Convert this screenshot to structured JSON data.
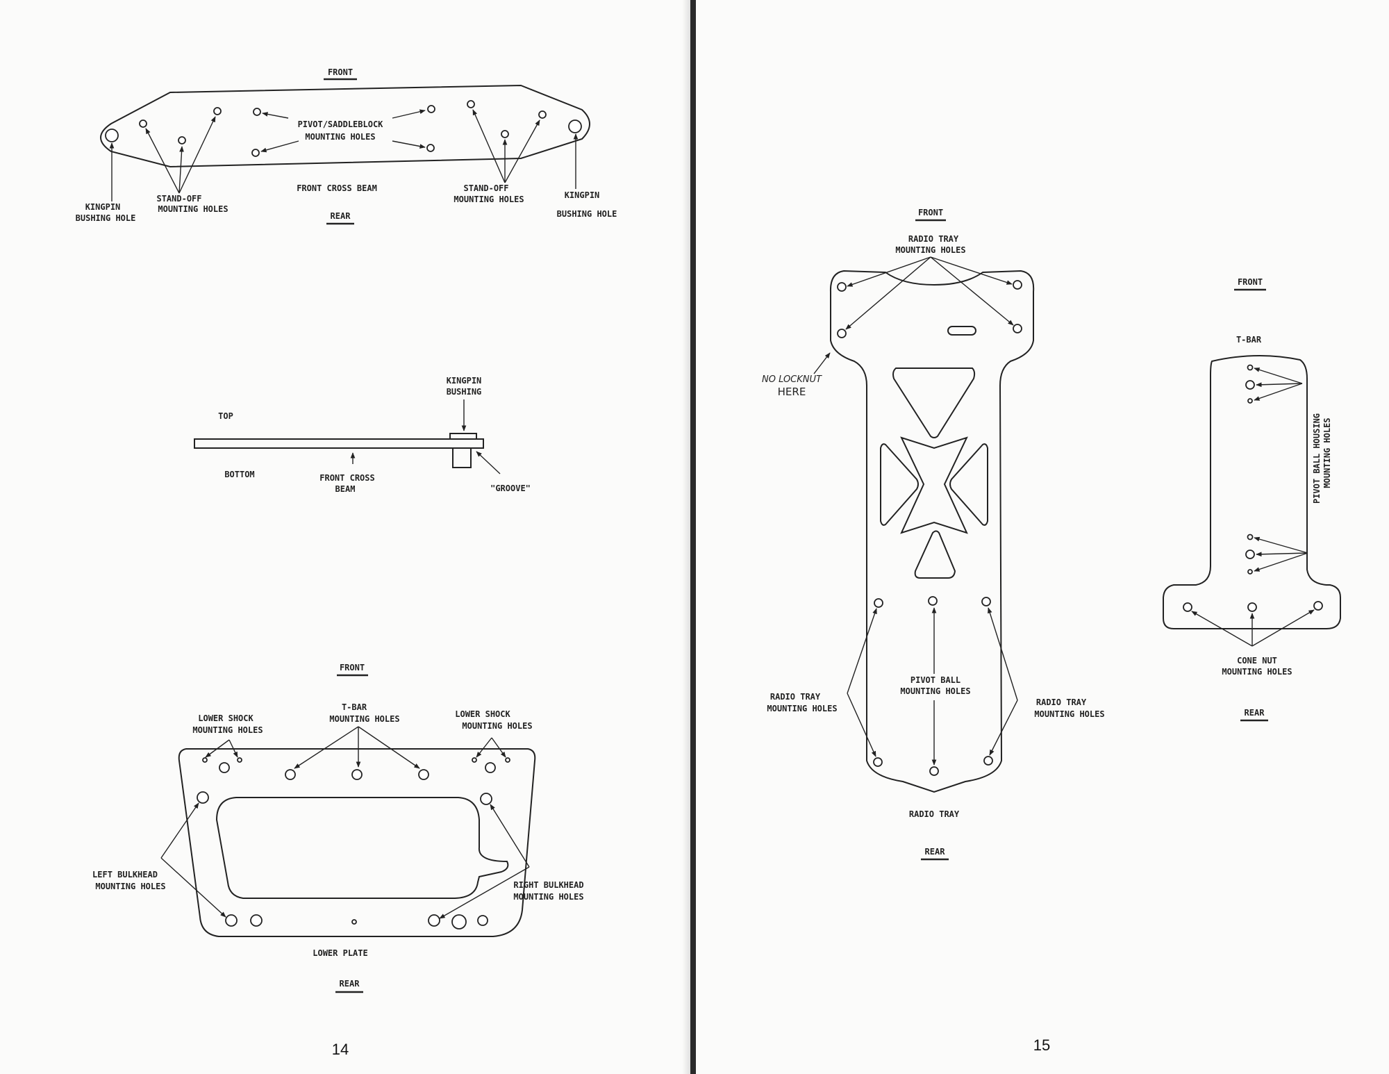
{
  "left_page": {
    "page_number": "14",
    "front_cross_beam": {
      "front": "FRONT",
      "rear": "REAR",
      "pivot_1": "PIVOT/SADDLEBLOCK",
      "pivot_2": "MOUNTING HOLES",
      "name": "FRONT CROSS BEAM",
      "standoff_left_1": "STAND-OFF",
      "standoff_left_2": "MOUNTING HOLES",
      "standoff_right_1": "STAND-OFF",
      "standoff_right_2": "MOUNTING HOLES",
      "kingpin_left_1": "KINGPIN",
      "kingpin_left_2": "BUSHING HOLE",
      "kingpin_right_1": "KINGPIN",
      "kingpin_right_2": "BUSHING HOLE"
    },
    "side_view": {
      "top": "TOP",
      "bottom": "BOTTOM",
      "kingpin_1": "KINGPIN",
      "kingpin_2": "BUSHING",
      "beam_1": "FRONT CROSS",
      "beam_2": "BEAM",
      "groove": "\"GROOVE\""
    },
    "lower_plate": {
      "front": "FRONT",
      "rear": "REAR",
      "name": "LOWER PLATE",
      "shock_left_1": "LOWER SHOCK",
      "shock_left_2": "MOUNTING HOLES",
      "tbar_1": "T-BAR",
      "tbar_2": "MOUNTING HOLES",
      "shock_right_1": "LOWER SHOCK",
      "shock_right_2": "MOUNTING HOLES",
      "left_bulk_1": "LEFT BULKHEAD",
      "left_bulk_2": "MOUNTING HOLES",
      "right_bulk_1": "RIGHT BULKHEAD",
      "right_bulk_2": "MOUNTING HOLES"
    }
  },
  "right_page": {
    "page_number": "15",
    "radio_tray": {
      "front": "FRONT",
      "rear": "REAR",
      "name": "RADIO TRAY",
      "top_holes_1": "RADIO TRAY",
      "top_holes_2": "MOUNTING HOLES",
      "locknut_1": "NO LOCKNUT",
      "locknut_2": "HERE",
      "pivot_1": "PIVOT BALL",
      "pivot_2": "MOUNTING HOLES",
      "left_holes_1": "RADIO TRAY",
      "left_holes_2": "MOUNTING HOLES",
      "right_holes_1": "RADIO TRAY",
      "right_holes_2": "MOUNTING HOLES"
    },
    "tbar": {
      "front": "FRONT",
      "rear": "REAR",
      "name": "T-BAR",
      "pivot_1": "PIVOT BALL HOUSING",
      "pivot_2": "MOUNTING HOLES",
      "cone_1": "CONE NUT",
      "cone_2": "MOUNTING HOLES"
    }
  }
}
